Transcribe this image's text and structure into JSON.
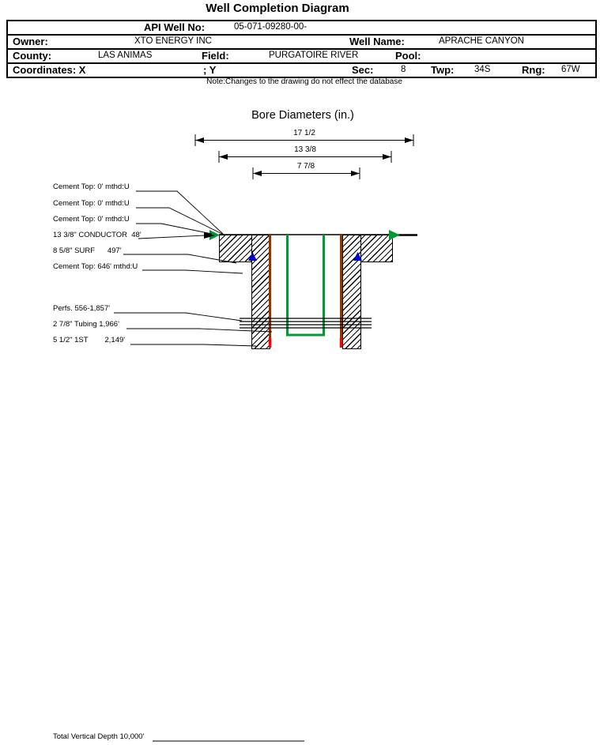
{
  "title": "Well Completion Diagram",
  "header": {
    "api": {
      "label": "API Well No:",
      "value": "05-071-09280-00-"
    },
    "owner": {
      "label": "Owner:",
      "value": "XTO ENERGY INC"
    },
    "well_name": {
      "label": "Well Name:",
      "value": "APRACHE CANYON"
    },
    "county": {
      "label": "County:",
      "value": "LAS ANIMAS"
    },
    "field": {
      "label": "Field:",
      "value": "PURGATOIRE RIVER"
    },
    "pool": {
      "label": "Pool:",
      "value": ""
    },
    "coordinates": {
      "label": "Coordinates: X",
      "y_label": "; Y"
    },
    "sec": {
      "label": "Sec:",
      "value": "8"
    },
    "twp": {
      "label": "Twp:",
      "value": "34S"
    },
    "rng": {
      "label": "Rng:",
      "value": "67W"
    }
  },
  "note": "Note:Changes to the drawing do not effect the database",
  "diagram": {
    "title": "Bore Diameters (in.)",
    "bore_diameters": [
      "17 1/2",
      "13 3/8",
      "7 7/8"
    ],
    "annotations": {
      "cement_top_1": "Cement Top: 0' mthd:U",
      "cement_top_2": "Cement Top: 0' mthd:U",
      "cement_top_3": "Cement Top: 0' mthd:U",
      "conductor": "13 3/8\" CONDUCTOR  48'",
      "surface_casing": "8 5/8\" SURF      497'",
      "cement_top_4": "Cement Top: 646' mthd:U",
      "perforations": "Perfs. 556-1,857'",
      "tubing": "2 7/8\" Tubing 1,966'",
      "production_casing": "5 1/2\" 1ST        2,149'"
    },
    "colors": {
      "casing": "#993300",
      "casing_shoe": "#FF0000",
      "tubing": "#009933",
      "cement_marker": "#0000CC",
      "flow_arrow": "#009933"
    }
  },
  "footer": {
    "total_vertical_depth": "Total Vertical Depth 10,000'"
  }
}
